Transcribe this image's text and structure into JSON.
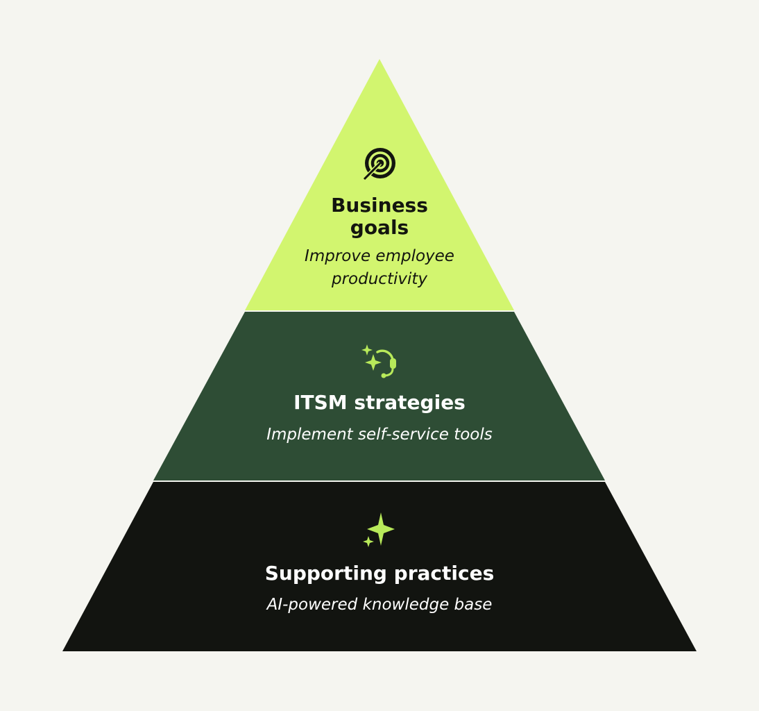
{
  "colors": {
    "background": "#f5f5f0",
    "top_tier": "#d2f56f",
    "middle_tier": "#2e4d35",
    "bottom_tier": "#121410",
    "accent_green": "#b8ea5a"
  },
  "pyramid": {
    "tiers": [
      {
        "icon": "target-icon",
        "title_line1": "Business",
        "title_line2": "goals",
        "subtitle_line1": "Improve employee",
        "subtitle_line2": "productivity"
      },
      {
        "icon": "sparkle-headset-icon",
        "title": "ITSM strategies",
        "subtitle": "Implement self-service tools"
      },
      {
        "icon": "sparkles-icon",
        "title": "Supporting practices",
        "subtitle": "AI-powered knowledge base"
      }
    ]
  }
}
